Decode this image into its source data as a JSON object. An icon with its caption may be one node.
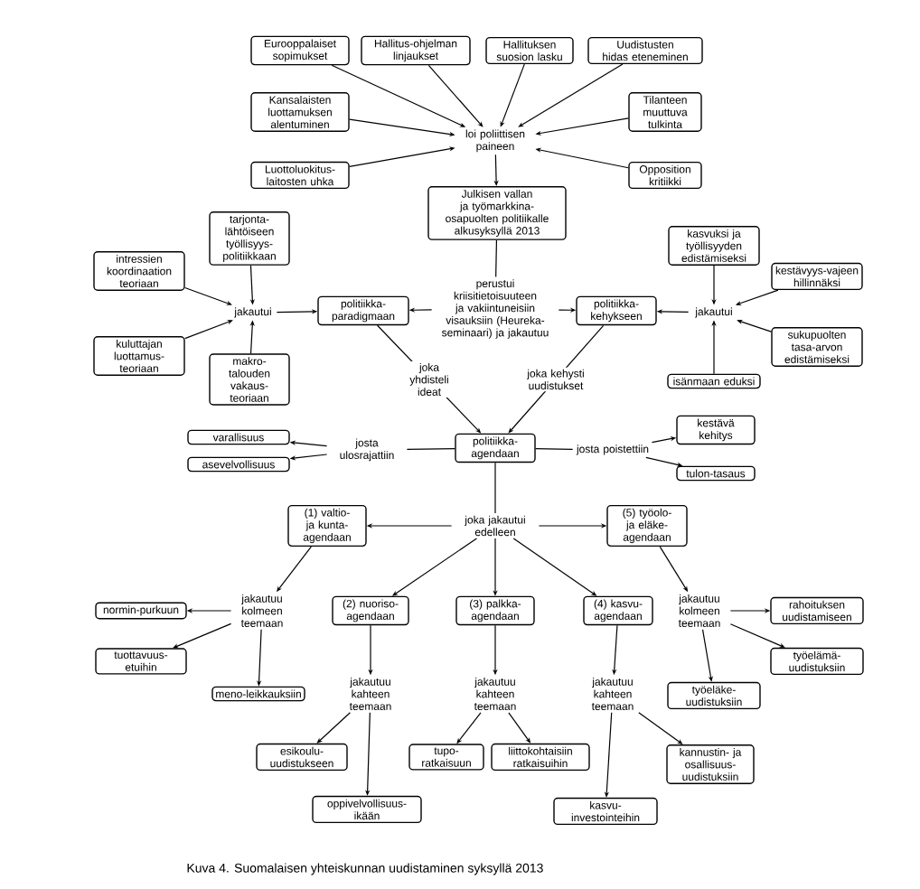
{
  "diagram": {
    "caption": "Kuva 4. Suomalaisen yhteiskunnan uudistaminen syksyllä 2013",
    "nodes": [
      {
        "text": [
          "Eurooppalaiset sopimukset"
        ]
      },
      {
        "text": [
          "Hallitus-ohjelman linjaukset"
        ]
      },
      {
        "text": [
          "Hallituksen suosion lasku"
        ]
      },
      {
        "text": [
          "Uudistusten hidas eteneminen"
        ]
      },
      {
        "text": [
          "Kansalaisten luottamuksen alentuminen"
        ]
      },
      {
        "text": [
          "Tilanteen muuttuva tulkinta"
        ]
      },
      {
        "text": [
          "Luottoluokitus-laitosten uhka"
        ]
      },
      {
        "text": [
          "Opposition kritiikki"
        ]
      },
      {
        "text": [
          "loi poliittisen paineen"
        ]
      },
      {
        "text": [
          "Julkisen vallan ja työmarkkina-osapuolten politiikalle alkusyksyllä 2013"
        ]
      },
      {
        "text": [
          "tarjonta-lähtöiseen työllisyys-politiikkaan"
        ]
      },
      {
        "text": [
          "intressien koordinaation teoriaan"
        ]
      },
      {
        "text": [
          "perustui kriisitietoisuuteen ja vakiintuneisiin visauksiin (Heureka-seminaari) ja jakautuu"
        ]
      },
      {
        "text": [
          "kasvuksi ja työllisyyden edistämiseksi"
        ]
      },
      {
        "text": [
          "kestävyys-vajeen hillinnäksi"
        ]
      },
      {
        "text": [
          "jakautui"
        ]
      },
      {
        "text": [
          "politiikka-paradigmaan"
        ]
      },
      {
        "text": [
          "politiikka-kehykseen"
        ]
      },
      {
        "text": [
          "jakautui"
        ]
      },
      {
        "text": [
          "kuluttajan luottamus-teoriaan"
        ]
      },
      {
        "text": [
          "makro-talouden vakaus-teoriaan"
        ]
      },
      {
        "text": [
          "isänmaan eduksi"
        ]
      },
      {
        "text": [
          "sukupuolten tasa-arvon edistämiseksi"
        ]
      },
      {
        "text": [
          "varallisuus"
        ]
      },
      {
        "text": [
          "asevelvollisuus"
        ]
      },
      {
        "text": [
          "josta ulosrajattiin"
        ]
      },
      {
        "text": [
          "politiikka-agendaan"
        ]
      },
      {
        "text": [
          "josta poistettiin"
        ]
      },
      {
        "text": [
          "kestävä kehitys"
        ]
      },
      {
        "text": [
          "tulon-tasaus"
        ]
      },
      {
        "text": [
          "(1) valtio- ja kunta-agendaan"
        ]
      },
      {
        "text": [
          "joka jakautui edelleen"
        ]
      },
      {
        "text": [
          "(5) työolo- ja eläke-agendaan"
        ]
      },
      {
        "text": [
          "normin-purkuun"
        ]
      },
      {
        "text": [
          "jakautuu kolmeen teemaan"
        ]
      },
      {
        "text": [
          "(2) nuoriso-agendaan"
        ]
      },
      {
        "text": [
          "(3) palkka-agendaan"
        ]
      },
      {
        "text": [
          "(4) kasvu-agendaan"
        ]
      },
      {
        "text": [
          "jakautuu kolmeen teemaan"
        ]
      },
      {
        "text": [
          "rahoituksen uudistamiseen"
        ]
      },
      {
        "text": [
          "tuottavuus-etuihin"
        ]
      },
      {
        "text": [
          "työelämä-uudistuksiin"
        ]
      },
      {
        "text": [
          "meno-leikkauksiin"
        ]
      },
      {
        "text": [
          "jakautuu kahteen teemaan"
        ]
      },
      {
        "text": [
          "jakautuu kahteen teemaan"
        ]
      },
      {
        "text": [
          "jakautuu kahteen teemaan"
        ]
      },
      {
        "text": [
          "työeläke-uudistuksiin"
        ]
      },
      {
        "text": [
          "esikoulu-uudistukseen"
        ]
      },
      {
        "text": [
          "tupo-ratkaisuun"
        ]
      },
      {
        "text": [
          "liittokohtaisiin ratkaisuihin"
        ]
      },
      {
        "text": [
          "kannustin- ja osallisuus-uudistuksiin"
        ]
      },
      {
        "text": [
          "oppivelvollisuus-ikään"
        ]
      },
      {
        "text": [
          "kasvu-investointeihin"
        ]
      }
    ],
    "edges": [
      {
        "from": 0,
        "to": 8,
        "arrow": "to"
      },
      {
        "from": 1,
        "to": 8,
        "arrow": "to"
      },
      {
        "from": 2,
        "to": 8,
        "arrow": "to"
      },
      {
        "from": 3,
        "to": 8,
        "arrow": "to"
      },
      {
        "from": 4,
        "to": 8,
        "arrow": "to"
      },
      {
        "from": 5,
        "to": 8,
        "arrow": "to"
      },
      {
        "from": 6,
        "to": 8,
        "arrow": "to"
      },
      {
        "from": 7,
        "to": 8,
        "arrow": "to"
      },
      {
        "from": 8,
        "to": 9,
        "arrow": "to"
      },
      {
        "from": 9,
        "to": 12,
        "arrow": "none"
      },
      {
        "from": 12,
        "to": 16,
        "arrow": "to"
      },
      {
        "from": 12,
        "to": 17,
        "arrow": "to"
      },
      {
        "from": 10,
        "to": 15,
        "arrow": "to"
      },
      {
        "from": 11,
        "to": 15,
        "arrow": "to"
      },
      {
        "from": 19,
        "to": 15,
        "arrow": "to"
      },
      {
        "from": 20,
        "to": 15,
        "arrow": "to"
      },
      {
        "from": 15,
        "to": 16,
        "arrow": "to"
      },
      {
        "from": 13,
        "to": 18,
        "arrow": "to"
      },
      {
        "from": 14,
        "to": 18,
        "arrow": "to"
      },
      {
        "from": 22,
        "to": 18,
        "arrow": "to"
      },
      {
        "from": 21,
        "to": 18,
        "arrow": "to"
      },
      {
        "from": 18,
        "to": 17,
        "arrow": "to"
      },
      {
        "from": 16,
        "to": 26,
        "arrow": "to",
        "label": "joka yhdisteli ideat"
      },
      {
        "from": 17,
        "to": 26,
        "arrow": "to",
        "label": "joka kehysti uudistukset"
      },
      {
        "from": 26,
        "to": 25,
        "arrow": "none"
      },
      {
        "from": 25,
        "to": 23,
        "arrow": "to"
      },
      {
        "from": 25,
        "to": 24,
        "arrow": "to"
      },
      {
        "from": 26,
        "to": 27,
        "arrow": "none"
      },
      {
        "from": 27,
        "to": 28,
        "arrow": "to"
      },
      {
        "from": 27,
        "to": 29,
        "arrow": "to"
      },
      {
        "from": 26,
        "to": 31,
        "arrow": "none"
      },
      {
        "from": 31,
        "to": 30,
        "arrow": "to"
      },
      {
        "from": 31,
        "to": 32,
        "arrow": "to"
      },
      {
        "from": 31,
        "to": 35,
        "arrow": "to"
      },
      {
        "from": 31,
        "to": 36,
        "arrow": "to"
      },
      {
        "from": 31,
        "to": 37,
        "arrow": "to"
      },
      {
        "from": 30,
        "to": 34,
        "arrow": "to"
      },
      {
        "from": 34,
        "to": 33,
        "arrow": "to"
      },
      {
        "from": 34,
        "to": 40,
        "arrow": "to"
      },
      {
        "from": 34,
        "to": 42,
        "arrow": "to"
      },
      {
        "from": 32,
        "to": 38,
        "arrow": "to"
      },
      {
        "from": 38,
        "to": 39,
        "arrow": "to"
      },
      {
        "from": 38,
        "to": 41,
        "arrow": "to"
      },
      {
        "from": 38,
        "to": 46,
        "arrow": "to"
      },
      {
        "from": 35,
        "to": 43,
        "arrow": "to"
      },
      {
        "from": 43,
        "to": 47,
        "arrow": "to"
      },
      {
        "from": 43,
        "to": 51,
        "arrow": "to"
      },
      {
        "from": 36,
        "to": 44,
        "arrow": "to"
      },
      {
        "from": 44,
        "to": 48,
        "arrow": "to"
      },
      {
        "from": 44,
        "to": 49,
        "arrow": "to"
      },
      {
        "from": 37,
        "to": 45,
        "arrow": "to"
      },
      {
        "from": 45,
        "to": 52,
        "arrow": "to"
      },
      {
        "from": 45,
        "to": 50,
        "arrow": "to"
      }
    ]
  }
}
